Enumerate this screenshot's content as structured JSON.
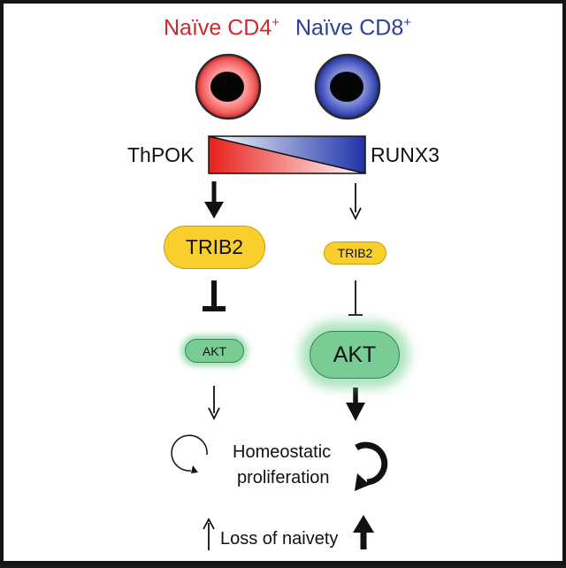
{
  "titles": {
    "cd4": "Naïve CD4",
    "cd4_sup": "+",
    "cd8": "Naïve CD8",
    "cd8_sup": "+"
  },
  "factors": {
    "left": "ThPOK",
    "right": "RUNX3"
  },
  "left_path": {
    "trib2": "TRIB2",
    "akt": "AKT"
  },
  "right_path": {
    "trib2": "TRIB2",
    "akt": "AKT"
  },
  "outcomes": {
    "homeostatic_line1": "Homeostatic",
    "homeostatic_line2": "proliferation",
    "loss": "Loss of naivety"
  },
  "colors": {
    "cd4": "#cc2a2a",
    "cd8": "#2a3f96",
    "trib2": "#f9cf2e",
    "akt": "#79cc94"
  }
}
